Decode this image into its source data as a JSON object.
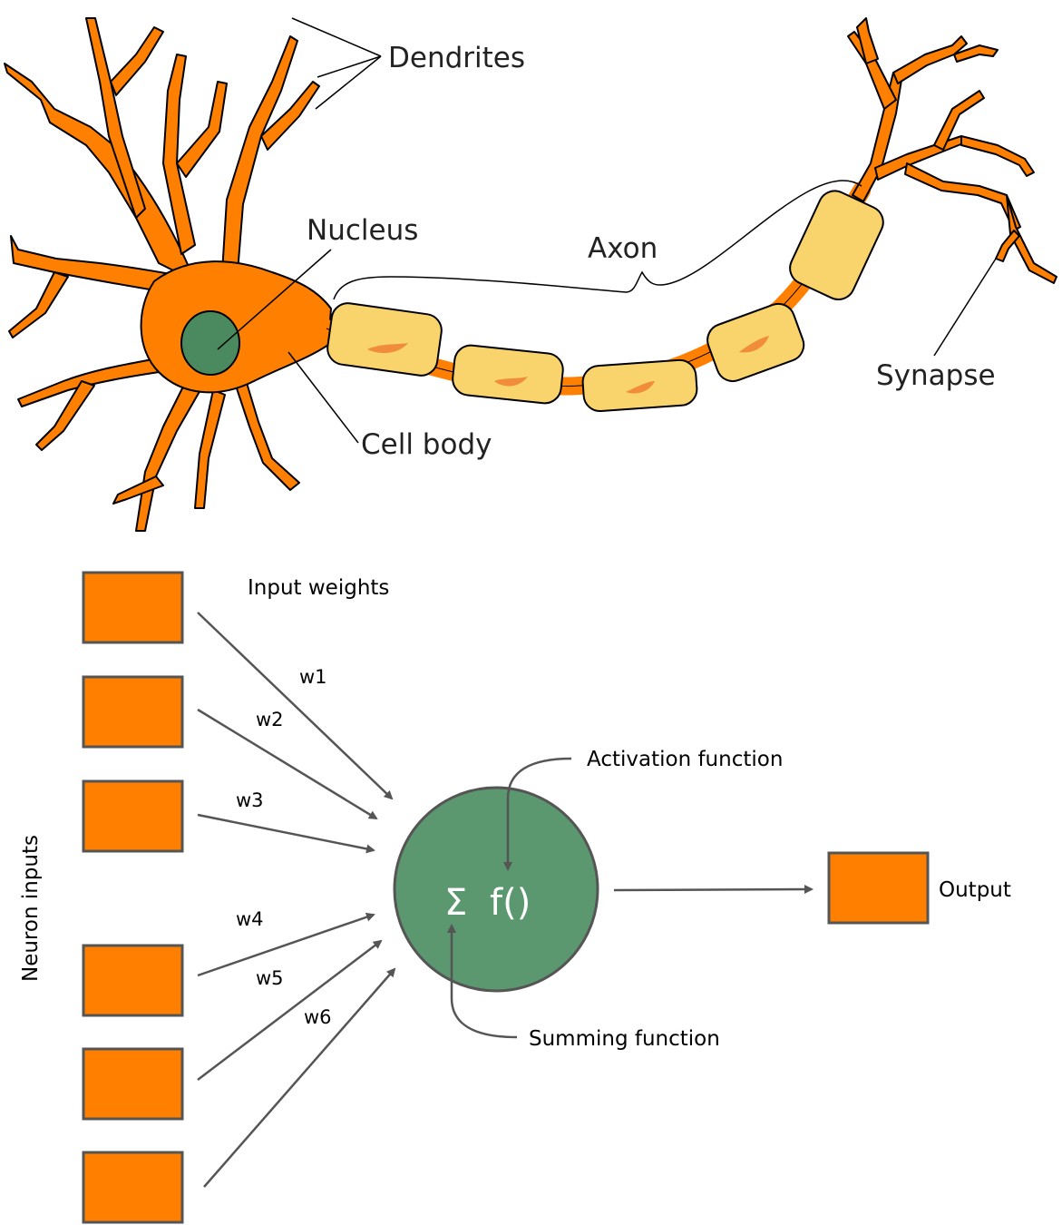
{
  "colors": {
    "cell": "#ff7f00",
    "cell_outline": "#000000",
    "myelin": "#f9d36b",
    "myelin_inner": "#f08c3c",
    "nucleus": "#4a8a5e",
    "node_fill": "#ff8000",
    "node_border": "#555555",
    "neuron_circle": "#5b9870",
    "arrow": "#555555"
  },
  "biological": {
    "dendrites": "Dendrites",
    "nucleus": "Nucleus",
    "axon": "Axon",
    "synapse": "Synapse",
    "cell_body": "Cell body"
  },
  "artificial": {
    "input_weights": "Input weights",
    "neuron_inputs": "Neuron inputs",
    "weights": [
      "w1",
      "w2",
      "w3",
      "w4",
      "w5",
      "w6"
    ],
    "summing_symbol": "Σ",
    "activation_symbol": "f()",
    "activation_function": "Activation function",
    "summing_function": "Summing function",
    "output": "Output"
  }
}
